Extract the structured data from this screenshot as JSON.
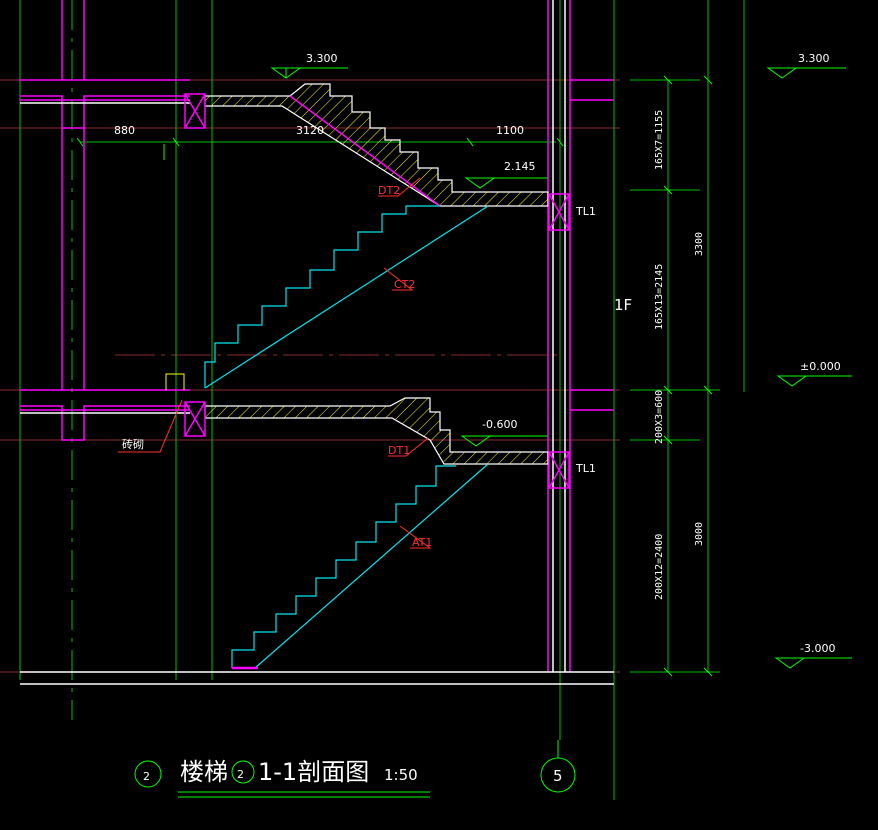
{
  "drawing": {
    "title": {
      "index": "2",
      "main": "楼梯",
      "stair_no": "2",
      "section": "1-1剖面图",
      "scale": "1:50"
    },
    "axis_bubble": "5",
    "floor_label": "1F",
    "elevations": {
      "top_left": "3.300",
      "top_right": "3.300",
      "landing_upper": "2.145",
      "zero_right": "±0.000",
      "landing_lower": "-0.600",
      "bottom_right": "-3.000"
    },
    "horizontal_dims": {
      "left": "880",
      "middle": "3120",
      "right": "1100"
    },
    "vertical_dims": {
      "upper_flight_top": "165X7=1155",
      "upper_flight_bottom": "165X13=2145",
      "upper_total": "3300",
      "lower_flight_top": "200X3=600",
      "lower_flight_bottom": "200X12=2400",
      "lower_total": "3000"
    },
    "labels": {
      "dt2": "DT2",
      "ct2": "CT2",
      "dt1": "DT1",
      "at1": "AT1",
      "tl1_upper": "TL1",
      "tl1_lower": "TL1",
      "brick": "砖砌"
    },
    "colors": {
      "background": "#000000",
      "magenta": "#ff00ff",
      "white": "#ffffff",
      "green": "#00ff00",
      "cyan": "#00ffff",
      "red": "#ff0000",
      "yellow": "#ffff00",
      "axis_red": "#a52a2a"
    }
  }
}
